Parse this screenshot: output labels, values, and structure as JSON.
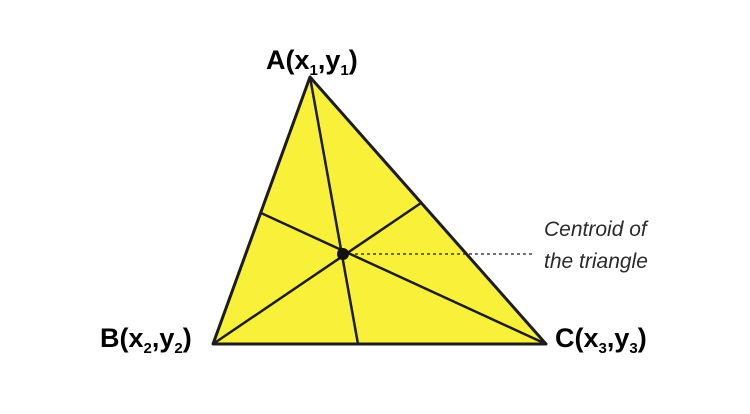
{
  "colors": {
    "fill": "#f9f03a",
    "stroke": "#1c1c1c",
    "centroid": "#111111",
    "annotation": "#2a2a2a"
  },
  "vertices": {
    "a": {
      "letter": "A",
      "x_base": "x",
      "x_sub": "1",
      "y_base": "y",
      "y_sub": "1"
    },
    "b": {
      "letter": "B",
      "x_base": "x",
      "x_sub": "2",
      "y_base": "y",
      "y_sub": "2"
    },
    "c": {
      "letter": "C",
      "x_base": "x",
      "x_sub": "3",
      "y_base": "y",
      "y_sub": "3"
    }
  },
  "annotation": {
    "line1": "Centroid of",
    "line2": "the triangle"
  }
}
